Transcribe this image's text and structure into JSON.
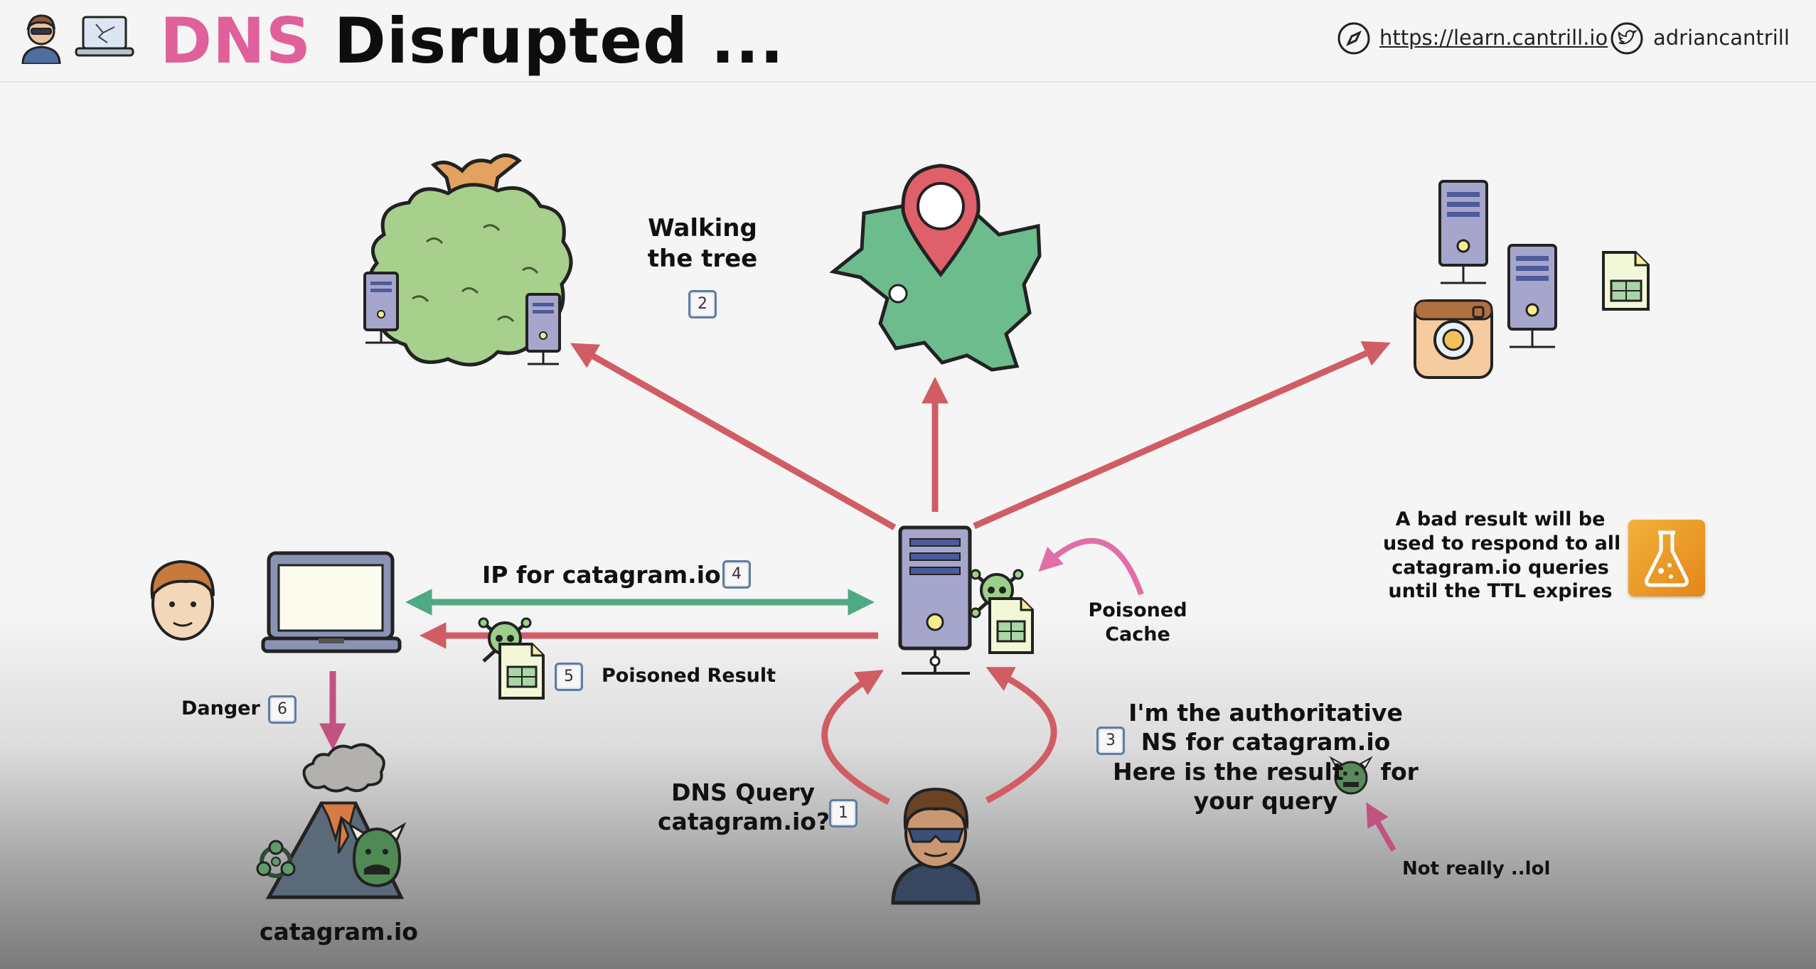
{
  "header": {
    "title_accent": "DNS",
    "title_rest": "Disrupted ...",
    "website_url": "https://learn.cantrill.io",
    "twitter_handle": "adriancantrill",
    "website_icon": "compass-icon",
    "twitter_icon": "twitter-icon"
  },
  "labels": {
    "walking_tree_line1": "Walking",
    "walking_tree_line2": "the tree",
    "ip_query": "IP for catagram.io?",
    "poisoned_result": "Poisoned Result",
    "danger": "Danger",
    "poisoned_cache_line1": "Poisoned",
    "poisoned_cache_line2": "Cache",
    "dns_query_line1": "DNS Query",
    "dns_query_line2": "catagram.io?",
    "authoritative_line1": "I'm the authoritative",
    "authoritative_line2": "NS for catagram.io",
    "authoritative_line3a": "Here is the result",
    "authoritative_line3b": "for",
    "authoritative_line4": "your query",
    "not_really": "Not really ..lol",
    "bad_result_line1": "A bad result will be",
    "bad_result_line2": "used to respond to all",
    "bad_result_line3": "catagram.io queries",
    "bad_result_line4": "until the TTL expires",
    "destination": "catagram.io"
  },
  "steps": {
    "dns_query": "1",
    "walking_tree": "2",
    "authoritative": "3",
    "ip_query": "4",
    "poisoned_result": "5",
    "danger": "6"
  },
  "icons": [
    "avatar-icon",
    "broken-laptop-icon",
    "tree-servers-icon",
    "map-pin-icon",
    "servers-app-icon",
    "user-face-icon",
    "laptop-icon",
    "resolver-server-icon",
    "skull-icon",
    "document-icon",
    "hacker-icon",
    "volcano-icon",
    "biohazard-icon",
    "monster-icon",
    "flask-icon"
  ],
  "colors": {
    "accent_pink": "#e0609a",
    "arrow_red": "#d05d64",
    "arrow_green": "#4fa982",
    "arrow_magenta": "#c2527f",
    "step_border": "#5f7da0"
  }
}
